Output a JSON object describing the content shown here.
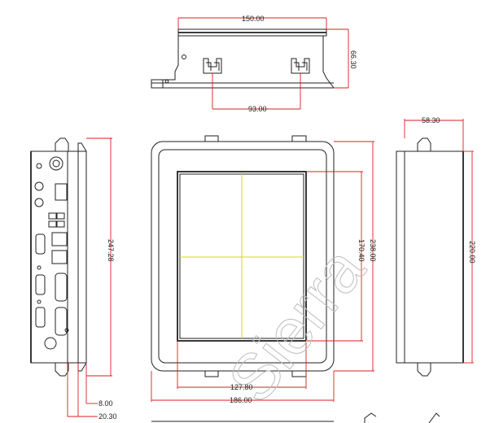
{
  "dimensions": {
    "top_width": "150.00",
    "top_depth": "66.30",
    "top_mount_spacing": "93.00",
    "front_height_outer": "238.00",
    "front_height_screen": "170.40",
    "front_screen_width": "127.80",
    "front_width": "186.00",
    "left_height": "247.28",
    "left_offset_small": "8.00",
    "left_offset_large": "20.30",
    "right_depth": "58.30",
    "right_height": "220.00"
  },
  "watermark": "Sierra",
  "colors": {
    "outline": "#222222",
    "dimension_line": "#d81f1f",
    "crosshair": "#d8d800",
    "watermark": "#bdbdbd"
  }
}
